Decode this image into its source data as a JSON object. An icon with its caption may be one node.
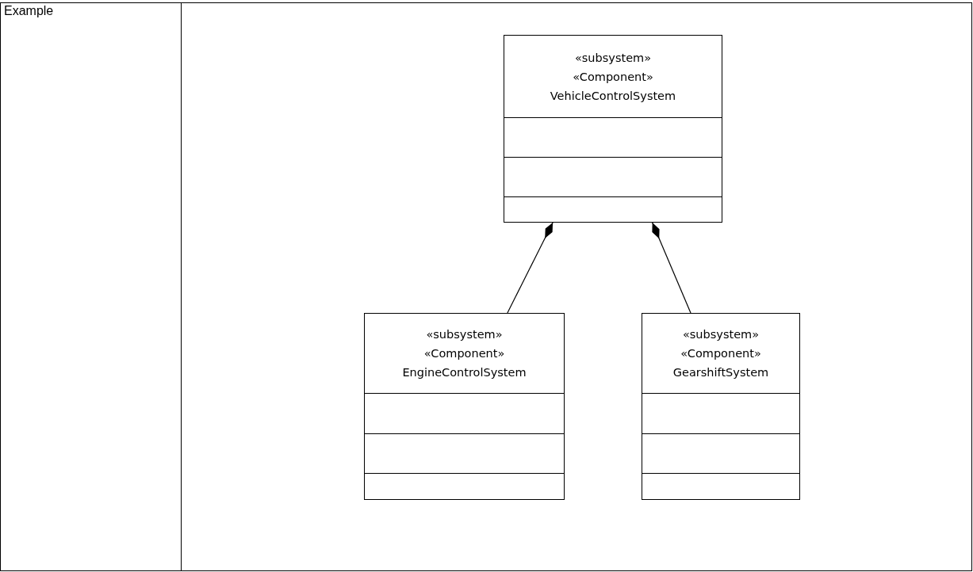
{
  "diagram": {
    "nodes": [
      {
        "text": [
          "«subsystem»",
          "«Component»",
          "VehicleControlSystem"
        ]
      },
      {
        "text": [
          "«subsystem»",
          "«Component»",
          "EngineControlSystem"
        ]
      },
      {
        "text": [
          "«subsystem»",
          "«Component»",
          "GearshiftSystem"
        ]
      }
    ],
    "edges": [
      {
        "from": 1,
        "to": 0,
        "arrow": "other"
      },
      {
        "from": 2,
        "to": 0,
        "arrow": "other"
      }
    ],
    "labels": [
      "Example"
    ]
  }
}
